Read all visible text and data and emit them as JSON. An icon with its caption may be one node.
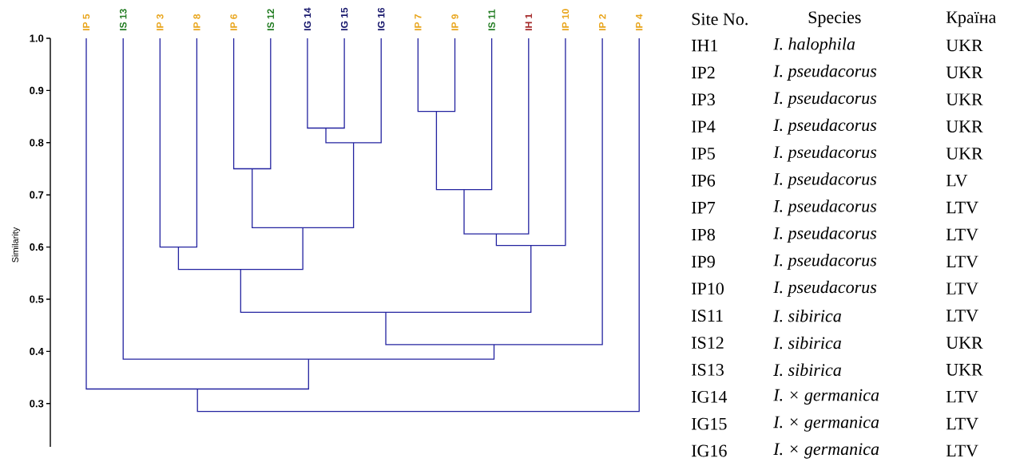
{
  "diagram": {
    "labels": [
      "IP 5",
      "IS 13",
      "IP 3",
      "IP 8",
      "IP 6",
      "IS 12",
      "IG 14",
      "IG 15",
      "IG 16",
      "IP 7",
      "IP 9",
      "IS 11",
      "IH 1",
      "IP 10",
      "IP 2",
      "IP 4",
      "1.0",
      "0.9",
      "0.8",
      "0.7",
      "0.6",
      "0.5",
      "0.4",
      "0.3",
      "Similarity",
      "Site No.",
      "Species",
      "Країна",
      "IH1",
      "I. halophila",
      "UKR",
      "IP2",
      "I. pseudacorus",
      "UKR",
      "IP3",
      "I. pseudacorus",
      "UKR",
      "IP4",
      "I. pseudacorus",
      "UKR",
      "IP5",
      "I. pseudacorus",
      "UKR",
      "IP6",
      "I. pseudacorus",
      "LV",
      "IP7",
      "I. pseudacorus",
      "LTV",
      "IP8",
      "I. pseudacorus",
      "LTV",
      "IP9",
      "I. pseudacorus",
      "LTV",
      "IP10",
      "I. pseudacorus",
      "LTV",
      "IS11",
      "I. sibirica",
      "LTV",
      "IS12",
      "I. sibirica",
      "UKR",
      "IS13",
      "I. sibirica",
      "UKR",
      "IG14",
      "I. × germanica",
      "LTV",
      "IG15",
      "I. × germanica",
      "LTV",
      "IG16",
      "I. × germanica",
      "LTV"
    ]
  }
}
